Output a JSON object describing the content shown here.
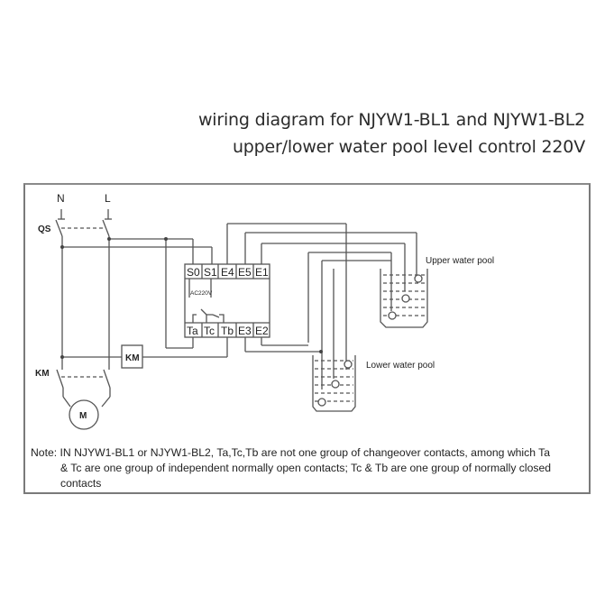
{
  "title": {
    "line1": "wiring diagram for NJYW1-BL1 and NJYW1-BL2",
    "line2": "upper/lower water pool level control 220V"
  },
  "power": {
    "neutral_label": "N",
    "live_label": "L",
    "switch_label": "QS"
  },
  "contactor": {
    "coil_label": "KM",
    "contacts_label": "KM",
    "motor_label": "M"
  },
  "controller": {
    "top_terminals": [
      "S0",
      "S1",
      "E4",
      "E5",
      "E1"
    ],
    "bottom_terminals": [
      "Ta",
      "Tc",
      "Tb",
      "E3",
      "E2"
    ],
    "supply_label": "AC220V"
  },
  "pools": {
    "upper_label": "Upper water pool",
    "lower_label": "Lower water pool"
  },
  "note": {
    "line1": "Note: IN NJYW1-BL1 or NJYW1-BL2, Ta,Tc,Tb are not one group of changeover contacts, among which Ta",
    "line2": "& Tc are one group of independent normally open contacts; Tc & Tb are one group of normally closed",
    "line3": "contacts"
  }
}
